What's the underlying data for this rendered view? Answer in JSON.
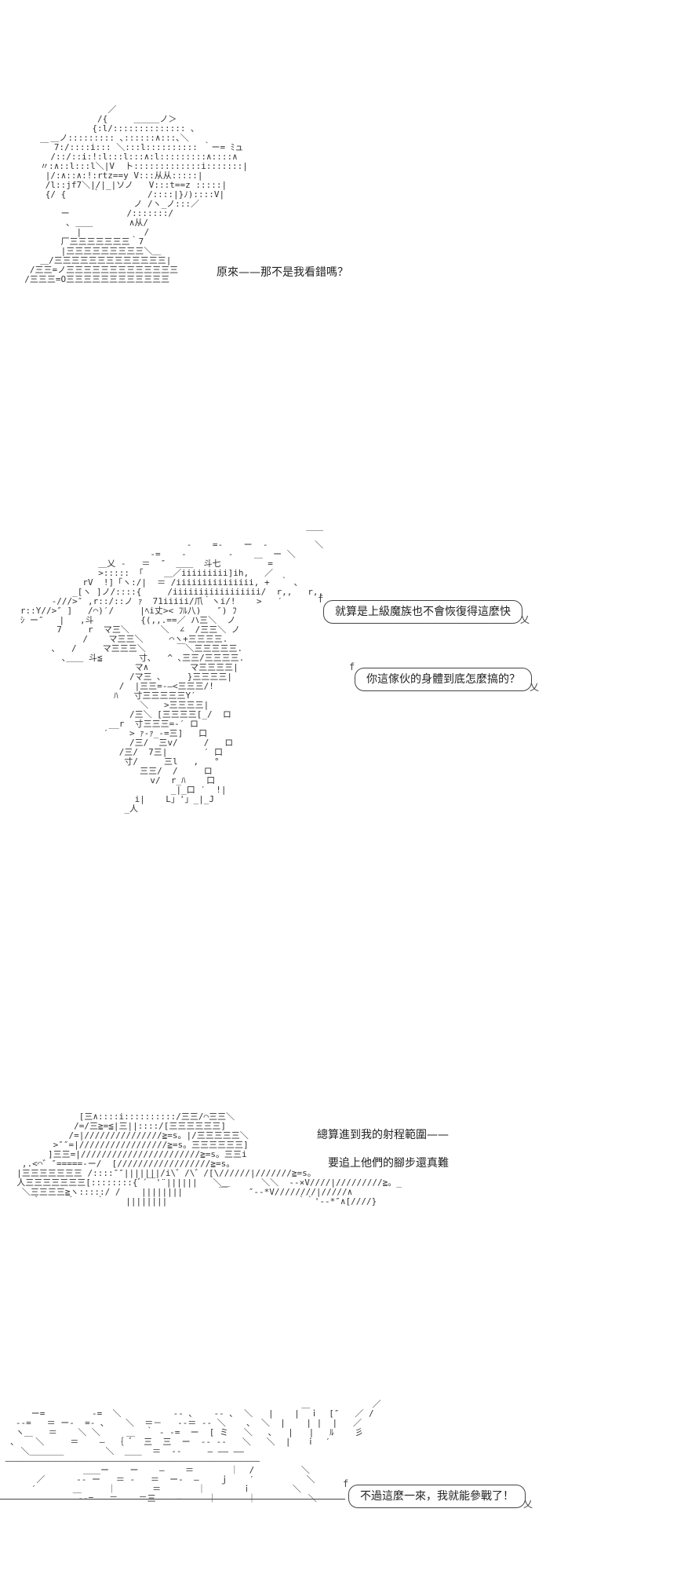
{
  "panels": [
    {
      "caption": "原來——那不是我看錯嗎？"
    },
    {
      "bubbles": [
        "就算是上級魔族也不會恢復得這麼快",
        "你這傢伙的身體到底怎麼搞的？"
      ]
    },
    {
      "captions": [
        "總算進到我的射程範圍——",
        "要追上他們的腳步還真難"
      ]
    },
    {
      "bubbles": [
        "不過這麼一來，我就能參戰了！"
      ]
    }
  ],
  "colors": {
    "ink": "#333333",
    "paper": "#ffffff",
    "bubble_border": "#444444"
  }
}
